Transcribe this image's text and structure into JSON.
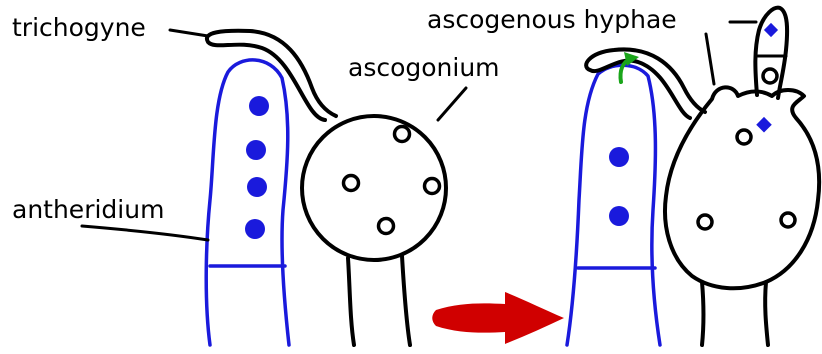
{
  "labels": {
    "trichogyne": "trichogyne",
    "ascogonium": "ascogonium",
    "antheridium": "antheridium",
    "ascogenous_hyphae": "ascogenous hyphae"
  },
  "colors": {
    "line": "#000000",
    "antheridium": "#1a1adc",
    "nucleus_fill": "#1a1adc",
    "plasmogamy_arrow": "#1aa51a",
    "transition_arrow": "#d00000",
    "background": "#ffffff"
  },
  "icons": {
    "transition": "red-right-arrow",
    "nucleus_transfer": "green-curved-arrow"
  }
}
